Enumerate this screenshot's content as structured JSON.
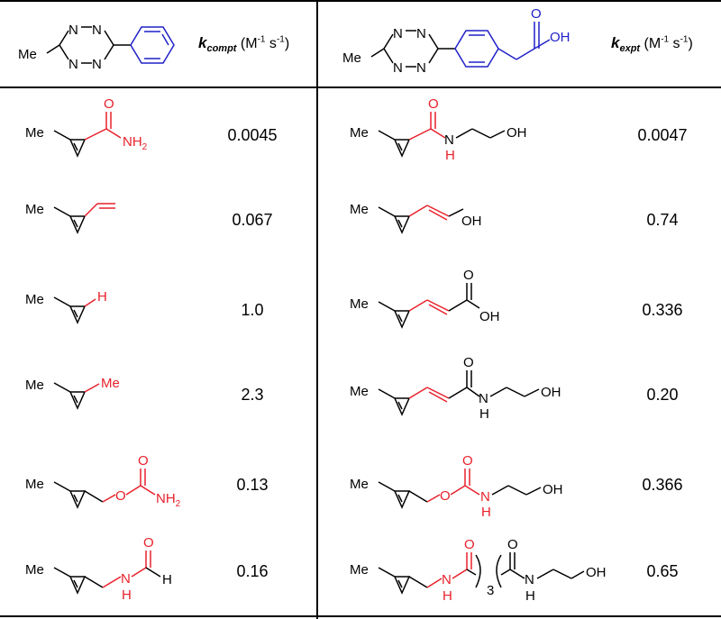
{
  "header": {
    "left_k_symbol": "k",
    "left_k_subscript": "compt",
    "right_k_symbol": "k",
    "right_k_subscript": "expt",
    "units_prefix": "(M",
    "units_exp1": "-1",
    "units_mid": " s",
    "units_exp2": "-1",
    "units_suffix": ")"
  },
  "structure_labels": {
    "methyl": "Me",
    "hydroxyl": "OH",
    "oxygen": "O",
    "nitrogen": "N",
    "hydrogen": "H",
    "nitrogen_h": "H",
    "amino": "NH",
    "amino_sub": "2",
    "loop_count": "3"
  },
  "rows": [
    {
      "k_compt": "0.0045",
      "k_expt": "0.0047"
    },
    {
      "k_compt": "0.067",
      "k_expt": "0.74"
    },
    {
      "k_compt": "1.0",
      "k_expt": "0.336"
    },
    {
      "k_compt": "2.3",
      "k_expt": "0.20"
    },
    {
      "k_compt": "0.13",
      "k_expt": "0.366"
    },
    {
      "k_compt": "0.16",
      "k_expt": "0.65"
    }
  ],
  "colors": {
    "highlight": "#e8202a",
    "aryl": "#2020c8",
    "line": "#000000"
  }
}
